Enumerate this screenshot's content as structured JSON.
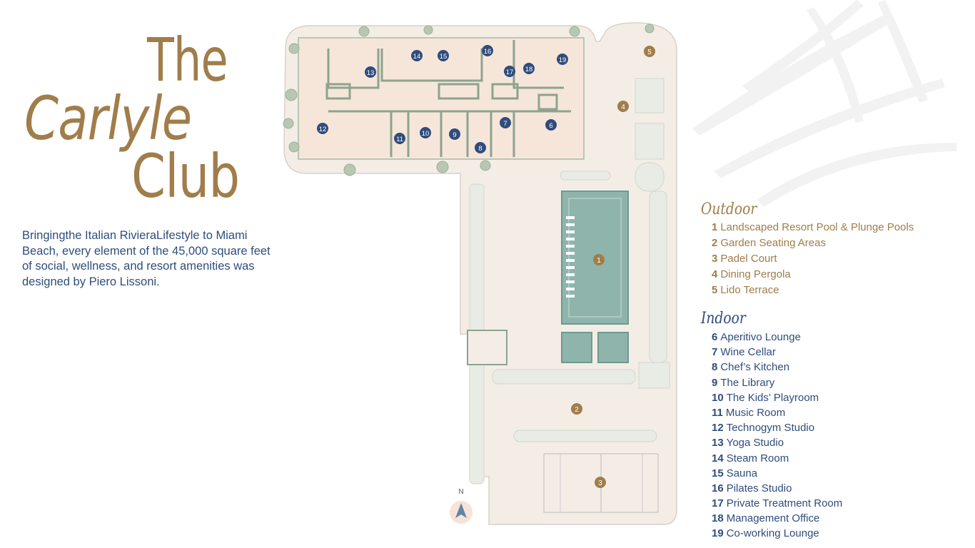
{
  "title": {
    "line1": "The",
    "line2": "Carlyle",
    "line3": "Club"
  },
  "intro": "Bringingthe Italian RivieraLifestyle to Miami Beach, every element of the 45,000 square feet of social, wellness, and resort amenities was designed by Piero Lissoni.",
  "compass_label": "N",
  "colors": {
    "gold": "#a07d4a",
    "navy": "#2f4d7c",
    "pool": "#8fb4ab",
    "plan_bg": "#f3ede6",
    "interior": "#f6e6da"
  },
  "outdoor": {
    "heading": "Outdoor",
    "items": [
      {
        "num": "1",
        "label": "Landscaped Resort Pool & Plunge Pools"
      },
      {
        "num": "2",
        "label": "Garden Seating Areas"
      },
      {
        "num": "3",
        "label": "Padel Court"
      },
      {
        "num": "4",
        "label": "Dining Pergola"
      },
      {
        "num": "5",
        "label": "Lido Terrace"
      }
    ]
  },
  "indoor": {
    "heading": "Indoor",
    "items": [
      {
        "num": "6",
        "label": "Aperitivo Lounge"
      },
      {
        "num": "7",
        "label": "Wine Cellar"
      },
      {
        "num": "8",
        "label": "Chef’s Kitchen"
      },
      {
        "num": "9",
        "label": "The Library"
      },
      {
        "num": "10",
        "label": "The Kids’ Playroom"
      },
      {
        "num": "11",
        "label": "Music Room"
      },
      {
        "num": "12",
        "label": "Technogym Studio"
      },
      {
        "num": "13",
        "label": "Yoga Studio"
      },
      {
        "num": "14",
        "label": "Steam Room"
      },
      {
        "num": "15",
        "label": "Sauna"
      },
      {
        "num": "16",
        "label": "Pilates Studio"
      },
      {
        "num": "17",
        "label": "Private Treatment Room"
      },
      {
        "num": "18",
        "label": "Management Office"
      },
      {
        "num": "19",
        "label": "Co-working Lounge"
      }
    ]
  }
}
